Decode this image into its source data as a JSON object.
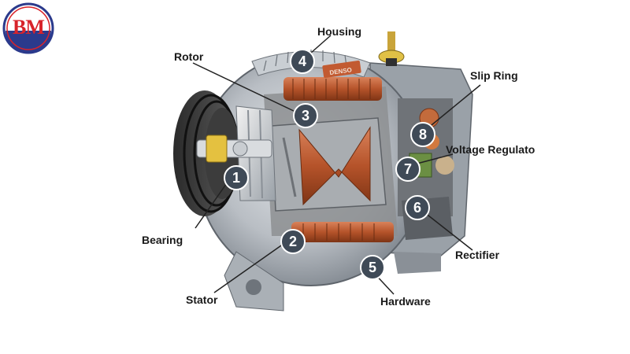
{
  "logo": {
    "text": "BM"
  },
  "parts": [
    {
      "num": "1",
      "label": "Bearing"
    },
    {
      "num": "2",
      "label": "Stator"
    },
    {
      "num": "3",
      "label": "Rotor"
    },
    {
      "num": "4",
      "label": "Housing"
    },
    {
      "num": "5",
      "label": "Hardware"
    },
    {
      "num": "6",
      "label": "Rectifier"
    },
    {
      "num": "7",
      "label": "Voltage Regulato"
    },
    {
      "num": "8",
      "label": "Slip Ring"
    }
  ],
  "brand_plate": "DENSO",
  "colors": {
    "logo_red": "#d8232a",
    "logo_ring": "#2b3a8c",
    "callout_circle": "#3f4a57",
    "copper": "#b5532a",
    "housing_gray": "#b9bec4"
  }
}
